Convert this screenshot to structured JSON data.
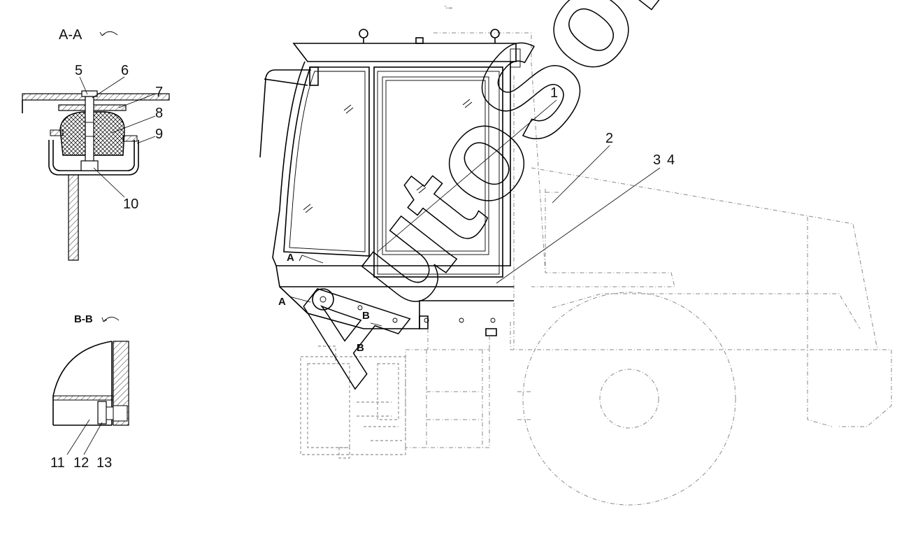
{
  "header": {
    "small_text": "°₈ ₑₑₑ"
  },
  "sections": {
    "aa": {
      "title": "A-A"
    },
    "bb": {
      "title": "B-B"
    }
  },
  "callouts": [
    "1",
    "2",
    "3",
    "4",
    "5",
    "6",
    "7",
    "8",
    "9",
    "10",
    "11",
    "12",
    "13"
  ],
  "view_markers": {
    "a": "A",
    "b": "B"
  },
  "watermark": {
    "text": "AutoSoft"
  }
}
